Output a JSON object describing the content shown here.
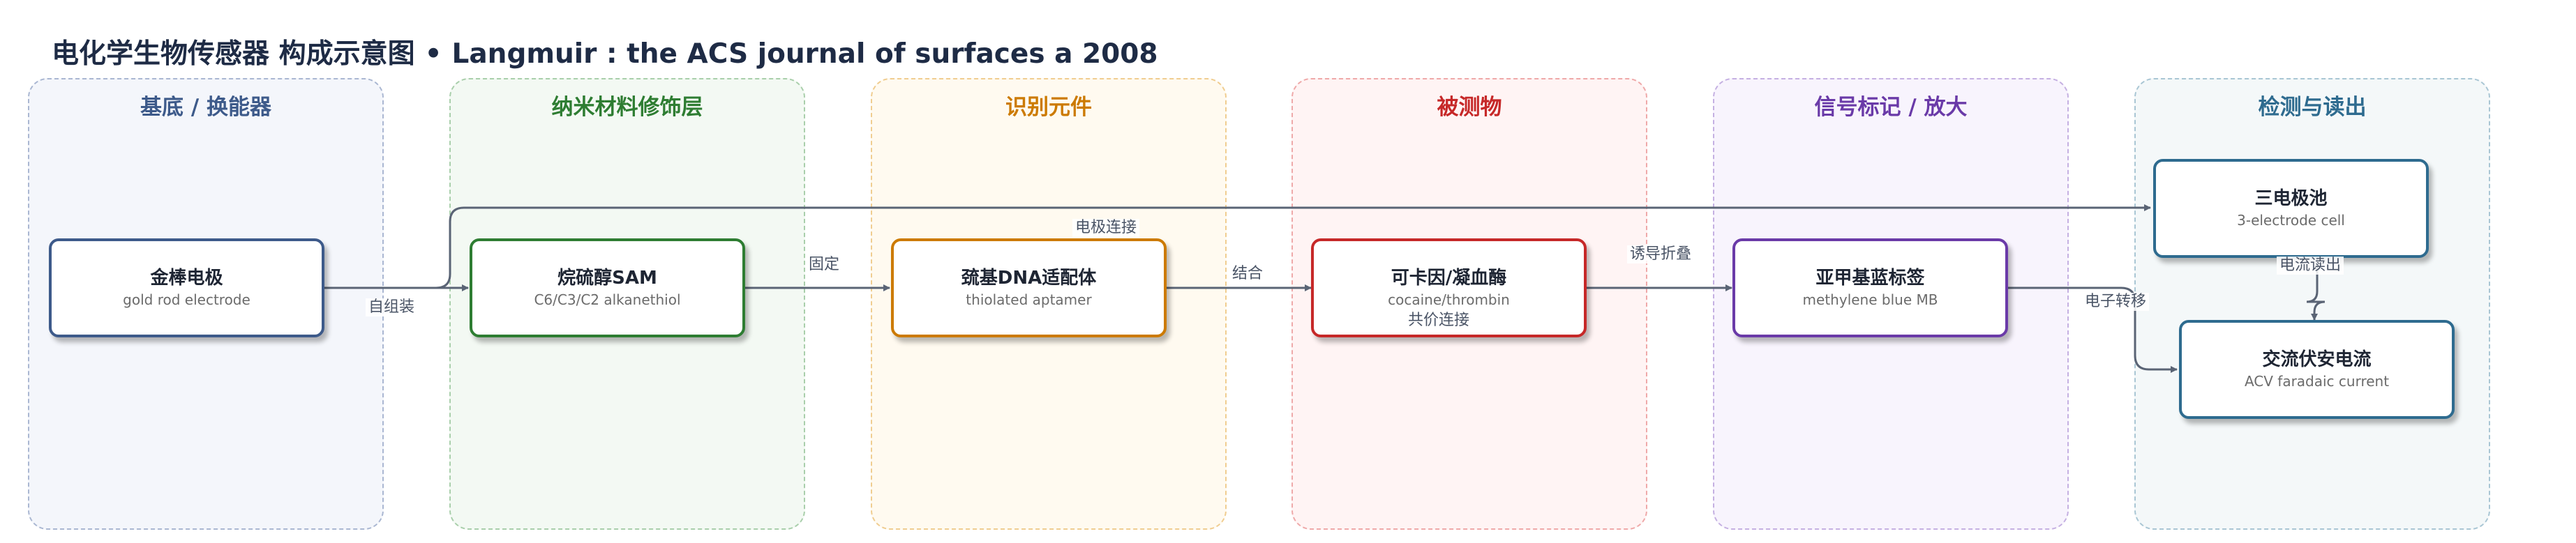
{
  "title": {
    "main": "电化学生物传感器 构成示意图",
    "separator": "•",
    "source": "Langmuir : the ACS journal of surfaces a 2008"
  },
  "lanes": [
    {
      "id": "substrate",
      "label": "基底 / 换能器",
      "color": "#3d5a8a",
      "fill": "#f4f6fb",
      "border": "#aab7d2"
    },
    {
      "id": "nano",
      "label": "纳米材料修饰层",
      "color": "#2e7d32",
      "fill": "#f3f9f3",
      "border": "#a9cfab"
    },
    {
      "id": "recognition",
      "label": "识别元件",
      "color": "#cc7a00",
      "fill": "#fffaf0",
      "border": "#f0cd90"
    },
    {
      "id": "analyte",
      "label": "被测物",
      "color": "#c62828",
      "fill": "#fff4f4",
      "border": "#efa9a9"
    },
    {
      "id": "signal",
      "label": "信号标记 / 放大",
      "color": "#6a3aa8",
      "fill": "#f8f4fd",
      "border": "#c5b0e2"
    },
    {
      "id": "readout",
      "label": "检测与读出",
      "color": "#2e6b8f",
      "fill": "#f4f8f9",
      "border": "#a9c6d4"
    }
  ],
  "nodes": [
    {
      "id": "gold",
      "title": "金棒电极",
      "subtitle": "gold rod electrode",
      "color": "#3d5a8a"
    },
    {
      "id": "sam",
      "title": "烷硫醇SAM",
      "subtitle": "C6/C3/C2 alkanethiol",
      "color": "#2e7d32"
    },
    {
      "id": "aptamer",
      "title": "巯基DNA适配体",
      "subtitle": "thiolated aptamer",
      "color": "#cc7a00"
    },
    {
      "id": "target",
      "title": "可卡因/凝血酶",
      "subtitle": "cocaine/thrombin",
      "color": "#c62828"
    },
    {
      "id": "mb",
      "title": "亚甲基蓝标签",
      "subtitle": "methylene blue MB",
      "color": "#6a3aa8"
    },
    {
      "id": "cell",
      "title": "三电极池",
      "subtitle": "3-electrode cell",
      "color": "#2e6b8f"
    },
    {
      "id": "acv",
      "title": "交流伏安电流",
      "subtitle": "ACV faradaic current",
      "color": "#2e6b8f"
    }
  ],
  "edges": [
    {
      "from": "gold",
      "to": "sam",
      "label": "自组装"
    },
    {
      "from": "gold",
      "to": "cell",
      "label": "电极连接"
    },
    {
      "from": "sam",
      "to": "aptamer",
      "label": "固定"
    },
    {
      "from": "aptamer",
      "to": "target",
      "label": "结合"
    },
    {
      "from": "aptamer",
      "to": "mb",
      "label": "共价连接"
    },
    {
      "from": "target",
      "to": "mb",
      "label": "诱导折叠"
    },
    {
      "from": "mb",
      "to": "acv",
      "label": "电子转移"
    },
    {
      "from": "cell",
      "to": "acv",
      "label": "电流读出"
    }
  ],
  "edge_color": "#5a6475"
}
